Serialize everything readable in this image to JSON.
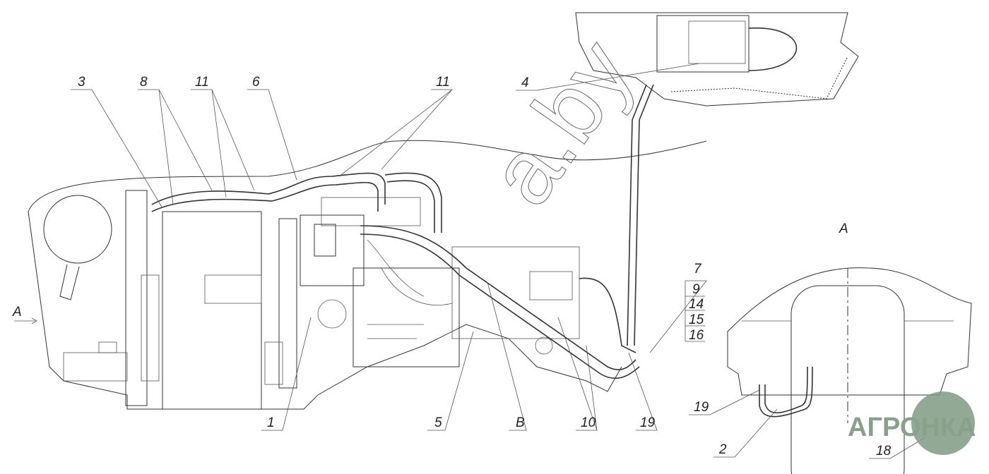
{
  "drawing": {
    "callouts": {
      "c3": "3",
      "c8": "8",
      "c11a": "11",
      "c6": "6",
      "c11b": "11",
      "c4": "4",
      "c1": "1",
      "c5": "5",
      "cB": "B",
      "c10": "10",
      "c19a": "19",
      "c7": "7",
      "c9": "9",
      "c14": "14",
      "c15": "15",
      "c16": "16",
      "c19b": "19",
      "c2": "2",
      "c18": "18"
    },
    "view_arrow_label": "A",
    "view_title": "A"
  },
  "watermark": {
    "text": "АГРОНКА",
    "secondary": "a.by",
    "color": "#7f9a83"
  }
}
